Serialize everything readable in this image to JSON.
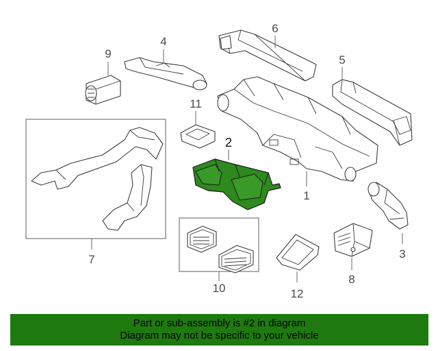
{
  "diagram": {
    "part_labels": {
      "p1": "1",
      "p2": "2",
      "p3": "3",
      "p4": "4",
      "p5": "5",
      "p6": "6",
      "p7": "7",
      "p8": "8",
      "p9": "9",
      "p10": "10",
      "p11": "11",
      "p12": "12"
    },
    "highlighted_part": "2"
  },
  "banner": {
    "line1": "Part or sub-assembly is #2 in diagram",
    "line2": "Diagram may not be specific to your vehicle",
    "background_color": "#1e7a0f"
  },
  "colors": {
    "highlight_fill": "#2e8a1e",
    "line": "#3a3a3a"
  }
}
